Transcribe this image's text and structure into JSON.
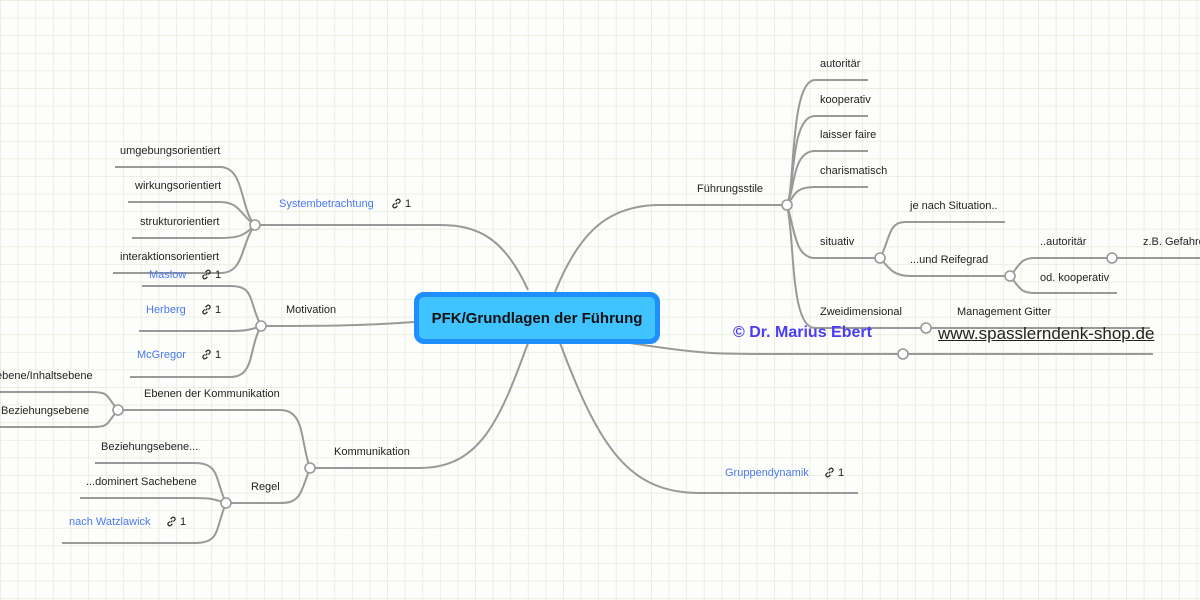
{
  "central": "PFK/Grundlagen der Führung",
  "copyright": "© Dr. Marius Ebert",
  "website": "www.spasslerndenk-shop.de",
  "link_count": "1",
  "left": {
    "systembetrachtung": {
      "label": "Systembetrachtung",
      "children": [
        "umgebungsorientiert",
        "wirkungsorientiert",
        "strukturorientiert",
        "interaktionsorientiert"
      ]
    },
    "motivation": {
      "label": "Motivation",
      "children": [
        "Maslow",
        "Herberg",
        "McGregor"
      ]
    },
    "kommunikation": {
      "label": "Kommunikation",
      "ebenen": {
        "label": "Ebenen der Kommunikation",
        "children": [
          "ebene/Inhaltsebene",
          "Beziehungsebene"
        ]
      },
      "regel": {
        "label": "Regel",
        "children": [
          "Beziehungsebene...",
          "...dominert Sachebene",
          "nach Watzlawick"
        ]
      }
    }
  },
  "right": {
    "fuehrungsstile": {
      "label": "Führungsstile",
      "children": [
        "autoritär",
        "kooperativ",
        "laisser faire",
        "charismatisch"
      ],
      "situativ": {
        "label": "situativ",
        "je": "je nach Situation..",
        "reife": {
          "label": "...und Reifegrad",
          "autoritaer": "..autoritär",
          "gefahr": "z.B. Gefahre",
          "kooperativ": "od. kooperativ"
        }
      },
      "zweidimensional": {
        "label": "Zweidimensional",
        "child": "Management Gitter"
      }
    },
    "gruppendynamik": {
      "label": "Gruppendynamik"
    }
  }
}
